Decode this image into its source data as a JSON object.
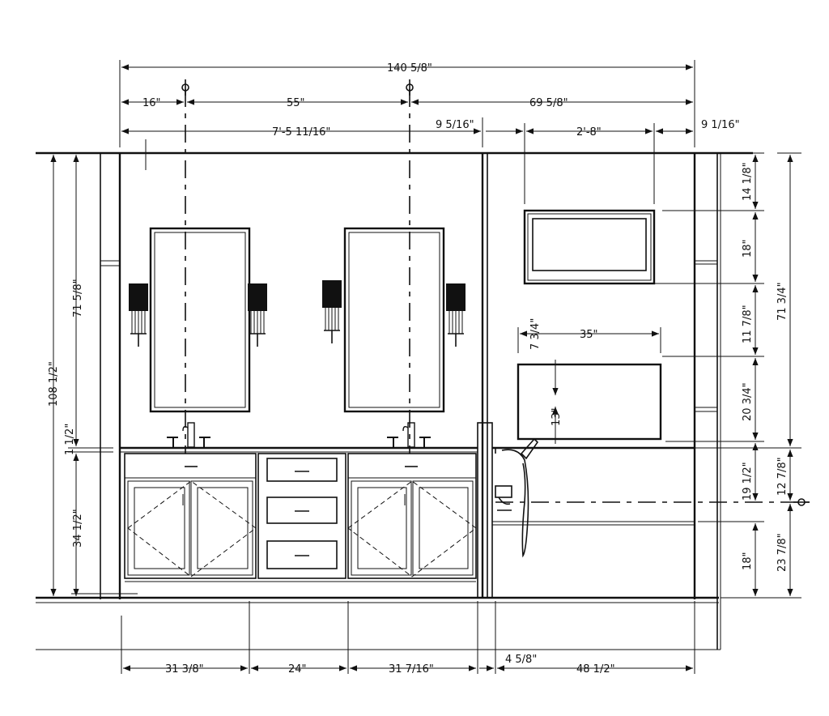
{
  "colors": {
    "ink": "#111111",
    "paper": "#ffffff"
  },
  "icons": {
    "centerline": "centerline-symbol-icon",
    "sconce": "wall-sconce-icon",
    "faucet": "faucet-icon",
    "shower": "handheld-shower-icon"
  },
  "dimensions": {
    "top": {
      "overall": "140 5/8\"",
      "left_to_cl1": "16\"",
      "cl1_to_cl2": "55\"",
      "cl2_to_right": "69 5/8\"",
      "vanity_wall": "7'-5 11/16\"",
      "partition": "9 5/16\"",
      "window_width": "2'-8\"",
      "right_return": "9 1/16\""
    },
    "left": {
      "overall_height": "108 1/2\"",
      "upper_height": "71 5/8\"",
      "counter": "1 1/2\"",
      "vanity_height": "34 1/2\""
    },
    "right": {
      "window_head": "14 1/8\"",
      "window_height": "18\"",
      "window_to_niche": "11 7/8\"",
      "niche_height": "20 3/4\"",
      "to_tub": "19 1/2\"",
      "valve_above_tub": "12 7/8\"",
      "tub_height": "18\"",
      "valve_height": "23 7/8\"",
      "upper_overall": "71 3/4\""
    },
    "niche": {
      "offset": "7 3/4\"",
      "width": "35\"",
      "height": "13\""
    },
    "bottom": {
      "sink_cab_left": "31 3/8\"",
      "drawer_cab": "24\"",
      "sink_cab_right": "31 7/16\"",
      "partition": "4 5/8\"",
      "tub": "48 1/2\""
    }
  }
}
